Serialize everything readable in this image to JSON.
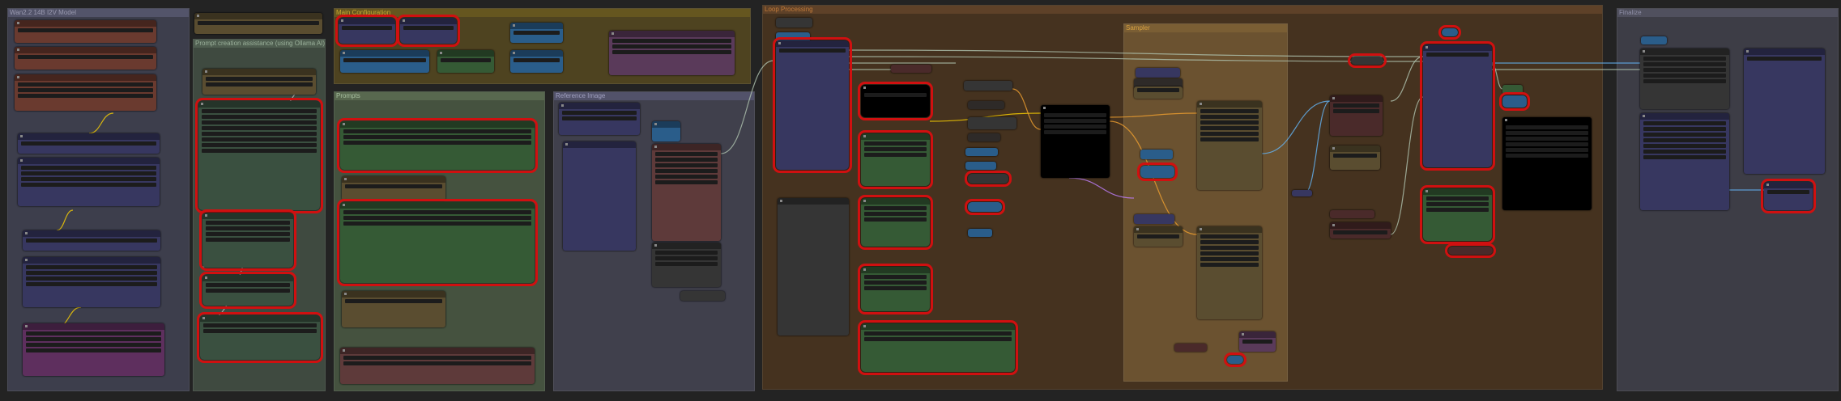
{
  "groups": {
    "wan_model": "Wan2.2 14B I2V Model",
    "prompt_assist": "Prompt creation assistance (using Ollama AI)",
    "main_config": "Main Configuration",
    "prompts": "Prompts",
    "reference_image": "Reference Image",
    "loop_processing": "Loop Processing",
    "sampler": "Sampler",
    "finalize": "Finalize"
  },
  "colors": {
    "canvas": "#232323",
    "selection": "#d01010",
    "link_model": "#b0c4b0",
    "link_image": "#64b5f6",
    "link_clip": "#ffd500"
  }
}
